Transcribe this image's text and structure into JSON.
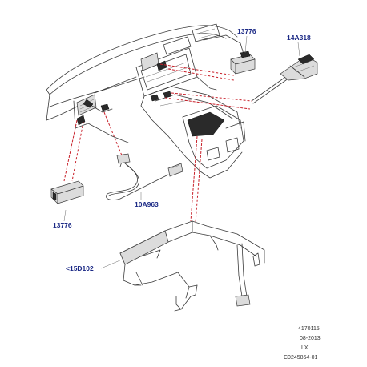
{
  "parts": {
    "switch_upper": "13776",
    "sensor_rod": "14A318",
    "switch_lower": "13776",
    "harness": "10A963",
    "bracket": "<15D102"
  },
  "meta": {
    "line1": "4170115",
    "line2": "08-2013",
    "line3": "LX",
    "line4": "C0245864-01"
  },
  "colors": {
    "label": "#1c2a86",
    "leader": "#c8202a",
    "line": "#3a3a3a"
  }
}
